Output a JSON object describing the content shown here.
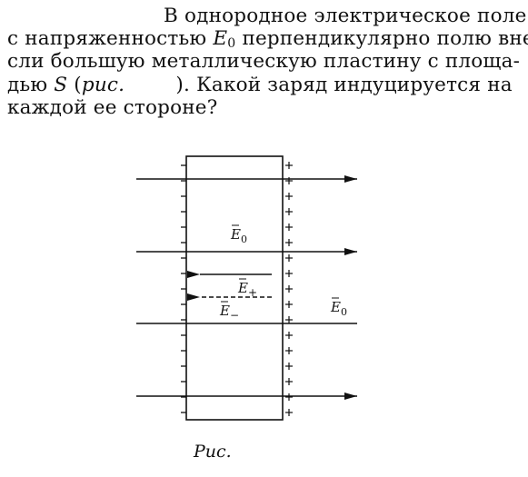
{
  "problem": {
    "line1": "В однородное электрическое поле",
    "line2_a": "с напряженностью ",
    "line2_var": "E",
    "line2_sub": "0",
    "line2_b": " перпендикулярно полю вне-",
    "line3": "сли большую металлическую пластину с площа-",
    "line4_a": "дью ",
    "line4_var": "S",
    "line4_b": " (",
    "line4_ref": "рис.",
    "line4_c": "        ). Какой заряд индуцируется на",
    "line5": "каждой ее стороне?"
  },
  "figure": {
    "caption": "Рис.",
    "label_e0_inside": "E",
    "label_e0_inside_sub": "0",
    "label_eplus": "E",
    "label_eplus_sub": "+",
    "label_eminus": "E",
    "label_eminus_sub": "−",
    "label_e0_outside": "E",
    "label_e0_outside_sub": "0",
    "minus_sign": "−",
    "plus_sign": "+",
    "line_color": "#111111"
  }
}
